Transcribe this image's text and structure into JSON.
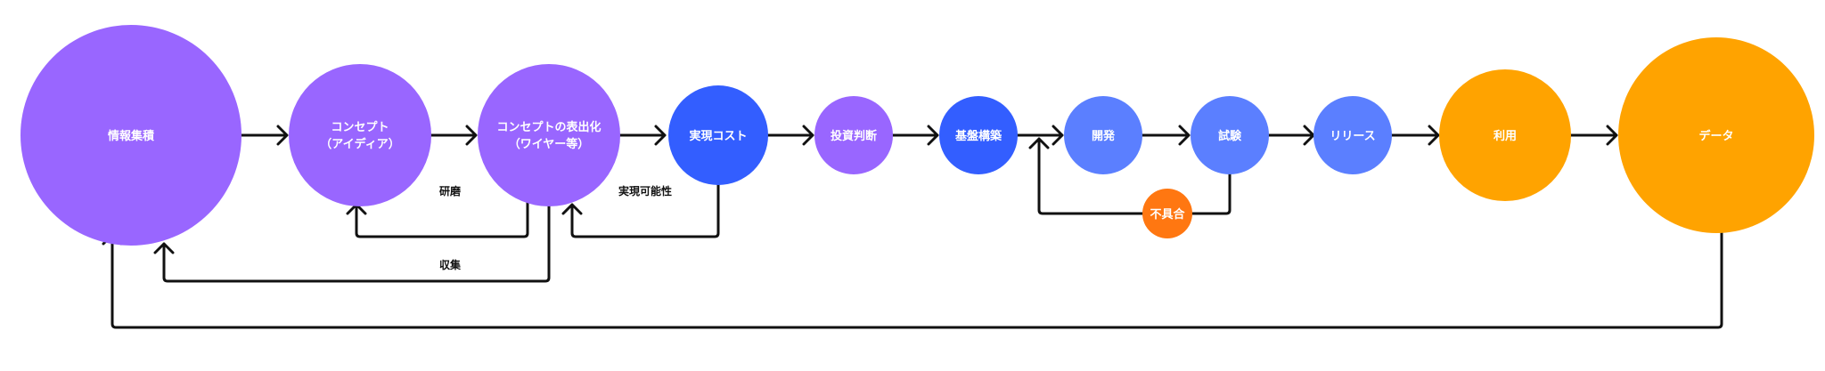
{
  "colors": {
    "purple": "#9966FF",
    "blue": "#335EFF",
    "light_blue": "#5B7FFF",
    "orange": "#FFA300",
    "red_orange": "#FF7711",
    "line": "#111111",
    "text_on_node": "#FFFFFF"
  },
  "nodes": [
    {
      "id": "joho",
      "lines": [
        "情報集積"
      ],
      "color": "purple"
    },
    {
      "id": "concept",
      "lines": [
        "コンセプト",
        "（アイディア）"
      ],
      "color": "purple"
    },
    {
      "id": "hyoshutsu",
      "lines": [
        "コンセプトの表出化",
        "（ワイヤー等）"
      ],
      "color": "purple"
    },
    {
      "id": "cost",
      "lines": [
        "実現コスト"
      ],
      "color": "blue"
    },
    {
      "id": "toshi",
      "lines": [
        "投資判断"
      ],
      "color": "purple"
    },
    {
      "id": "kiban",
      "lines": [
        "基盤構築"
      ],
      "color": "blue"
    },
    {
      "id": "kaihatsu",
      "lines": [
        "開発"
      ],
      "color": "light_blue"
    },
    {
      "id": "shiken",
      "lines": [
        "試験"
      ],
      "color": "light_blue"
    },
    {
      "id": "release",
      "lines": [
        "リリース"
      ],
      "color": "light_blue"
    },
    {
      "id": "riyo",
      "lines": [
        "利用"
      ],
      "color": "orange"
    },
    {
      "id": "data",
      "lines": [
        "データ"
      ],
      "color": "orange"
    },
    {
      "id": "fuguai",
      "lines": [
        "不具合"
      ],
      "color": "red_orange"
    }
  ],
  "edge_labels": {
    "kenma": "研磨",
    "jitsugen": "実現可能性",
    "shushu": "収集"
  }
}
